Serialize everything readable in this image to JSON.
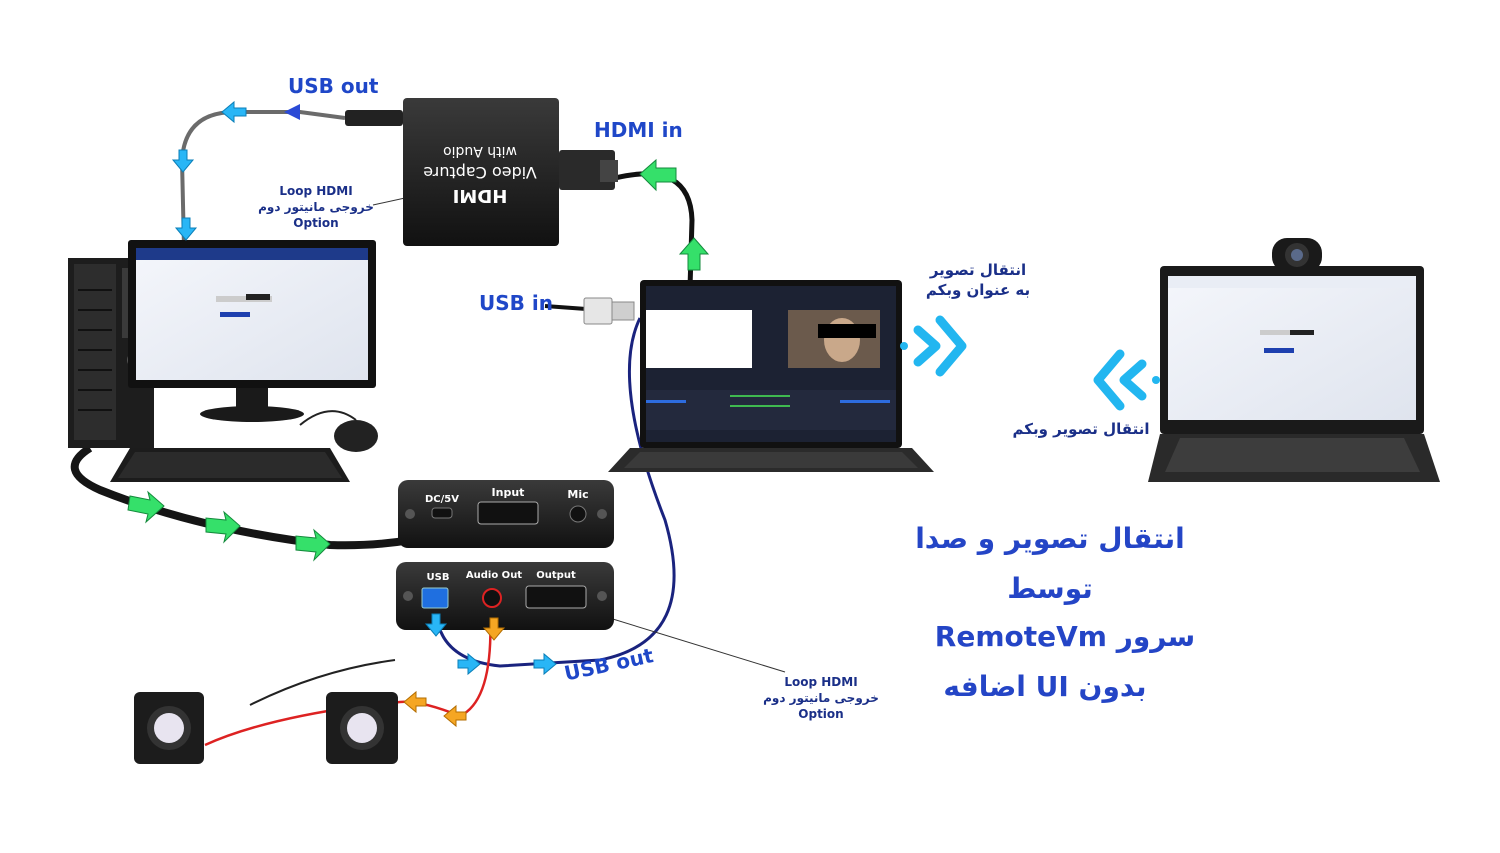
{
  "labels": {
    "usb_out_top": "USB out",
    "hdmi_in": "HDMI in",
    "usb_in": "USB in",
    "usb_out_bottom": "USB out",
    "loop_top": [
      "Loop HDMI",
      "خروجی مانیتور دوم",
      "Option"
    ],
    "loop_bottom": [
      "Loop HDMI",
      "خروجی مانیتور دوم",
      "Option"
    ],
    "transfer_as_webcam": [
      "انتقال تصویر",
      "به عنوان وبکم"
    ],
    "transfer_webcam": "انتقال تصویر وبکم"
  },
  "capture_device": {
    "brand": "HDMI",
    "line1": "Video Capture",
    "line2": "with Audio"
  },
  "box_top_ports": {
    "dc": "DC/5V",
    "input": "Input",
    "mic": "Mic"
  },
  "box_bottom_ports": {
    "usb": "USB",
    "audio": "Audio Out",
    "output": "Output"
  },
  "headline": [
    "انتقال تصویر و صدا",
    "توسط",
    "سرور RemoteVm",
    "بدون UI اضافه"
  ],
  "colors": {
    "label_blue": "#1f47c8",
    "arrow_green": "#35e06a",
    "arrow_cyan": "#29b6f6",
    "arrow_orange": "#f5a623",
    "cable_navy": "#1a237e"
  }
}
